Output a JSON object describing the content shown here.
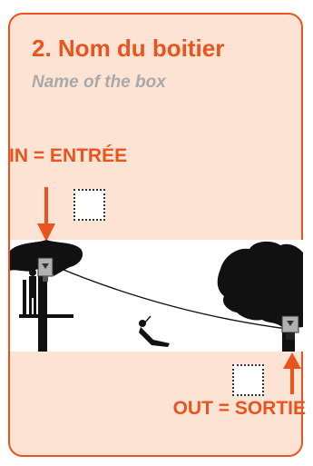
{
  "header": {
    "title": "2. Nom du boitier",
    "subtitle": "Name of the box"
  },
  "labels": {
    "in": "IN = ENTRÉE",
    "out": "OUT = SORTIE"
  },
  "colors": {
    "accent": "#e8541e",
    "card_background": "#fde3d4",
    "subtitle": "#a9a9a9"
  },
  "icons": [
    "down-arrow-icon",
    "up-arrow-icon",
    "dotted-box-icon",
    "tree-icon",
    "zipline-rider-icon",
    "zipline-box-icon"
  ]
}
